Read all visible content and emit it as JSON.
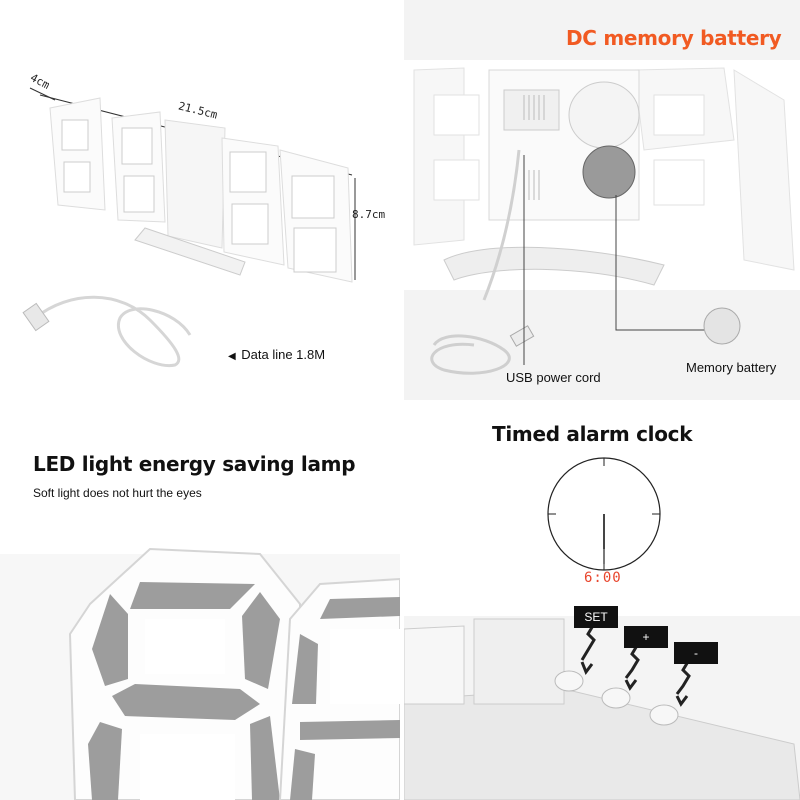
{
  "panel_dimensions": {
    "depth": "4cm",
    "width": "21.5cm",
    "height": "8.7cm",
    "data_line": "Data line 1.8M"
  },
  "panel_battery": {
    "title": "DC memory battery",
    "usb_label": "USB power cord",
    "battery_label": "Memory battery",
    "title_color": "#f15a22"
  },
  "panel_led": {
    "title": "LED light energy saving lamp",
    "subtitle": "Soft light does not hurt the eyes"
  },
  "panel_alarm": {
    "title": "Timed alarm clock",
    "time": "6:00",
    "time_color": "#e8452c",
    "keys": [
      "SET",
      "+",
      "-"
    ]
  }
}
